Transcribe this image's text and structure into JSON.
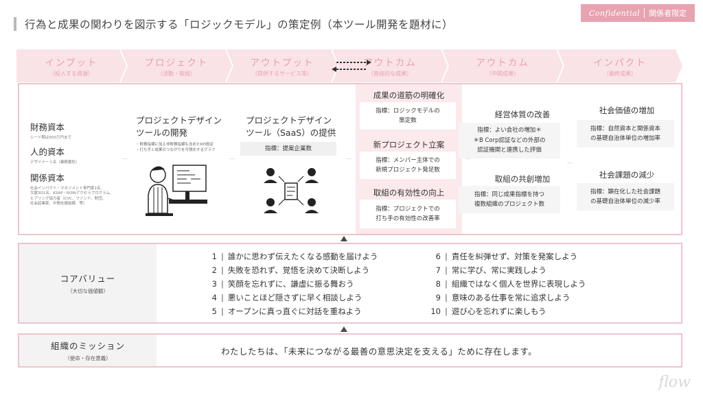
{
  "header": {
    "title": "行為と成果の関わりを図示する「ロジックモデル」の策定例（本ツール開発を題材に）",
    "confidential": "Confidential",
    "restricted": "関係者限定"
  },
  "stages": [
    {
      "main": "インプット",
      "sub": "（投入する資源）"
    },
    {
      "main": "プロジェクト",
      "sub": "（活動・取組）"
    },
    {
      "main": "アウトプット",
      "sub": "（提供するサービス等）"
    },
    {
      "main": "アウトカム",
      "sub": "（直接的な成果）"
    },
    {
      "main": "アウトカム",
      "sub": "（中間成果）"
    },
    {
      "main": "インパクト",
      "sub": "（最終成果）"
    }
  ],
  "inputs": [
    {
      "head": "財務資本",
      "note": "シード期は500万円まで"
    },
    {
      "head": "人的資本",
      "note": "デザイナー１名（業務委託）"
    },
    {
      "head": "関係資本",
      "note": "社会インパクト・マネジメント専門家1名、\n文献3D1名、KSAP・ROINアクセラプログラム、\nヒアリング協力者（CVC、ファンド、財団、\n社会起業家、中間支援組織　等）"
    }
  ],
  "project": {
    "head": "プロジェクトデザイン\nツールの開発",
    "note": "・財務指標に加え非財務指標も含めたKPI設定\n・打ち手と成果のつながりを可視化するグラフ"
  },
  "output": {
    "head": "プロジェクトデザイン\nツール（SaaS）の提供",
    "metric": "指標：提案企業数"
  },
  "direct_outcomes": [
    {
      "head": "成果の道筋の明確化",
      "metric": "指標：ロジックモデルの\n策定数"
    },
    {
      "head": "新プロジェクト立案",
      "metric": "指標：メンバー主体での\n新規プロジェクト発足数"
    },
    {
      "head": "取組の有効性の向上",
      "metric": "指標：プロジェクトでの\n打ち手の有効性の改善率"
    }
  ],
  "intermediate_outcomes": [
    {
      "head": "経営体質の改善",
      "metric": "指標：よい会社の増加＊\n＊B Corp認証などの外部の\n認証機関と連携した評価"
    },
    {
      "head": "取組の共創増加",
      "metric": "指標：同じ成果指標を持つ\n複数組織のプロジェクト数"
    }
  ],
  "impacts": [
    {
      "head": "社会価値の増加",
      "metric": "指標：自然資本と関係資本\nの基礎自治体単位の増加率"
    },
    {
      "head": "社会課題の減少",
      "metric": "指標：顕在化した社会課題\nの基礎自治体単位の減少率"
    }
  ],
  "core_values": {
    "label": "コアバリュー",
    "sub": "（大切な価値観）",
    "items": [
      {
        "num": "1",
        "text": "誰かに思わず伝えたくなる感動を届けよう"
      },
      {
        "num": "2",
        "text": "失敗を恐れず、覚悟を決めて決断しよう"
      },
      {
        "num": "3",
        "text": "笑顔を忘れずに、謙虚に振る舞おう"
      },
      {
        "num": "4",
        "text": "悪いことほど隠さずに早く相談しよう"
      },
      {
        "num": "5",
        "text": "オープンに真っ直ぐに対話を重ねよう"
      },
      {
        "num": "6",
        "text": "責任を糾弾せず、対策を発案しよう"
      },
      {
        "num": "7",
        "text": "常に学び、常に実践しよう"
      },
      {
        "num": "8",
        "text": "組織ではなく個人を世界に表現しよう"
      },
      {
        "num": "9",
        "text": "意味のある仕事を常に追求しよう"
      },
      {
        "num": "10",
        "text": "遊び心を忘れずに楽しもう"
      }
    ]
  },
  "mission": {
    "label": "組織のミッション",
    "sub": "（使命・存在意義）",
    "text": "わたしたちは、「未来につながる最善の意思決定を支える」ために存在します。"
  },
  "logo": "flow",
  "colors": {
    "accent_pink": "#e8a3b0",
    "band": "#f9e3e7",
    "border": "#efc3cc",
    "highlight": "#fbe9ec"
  }
}
